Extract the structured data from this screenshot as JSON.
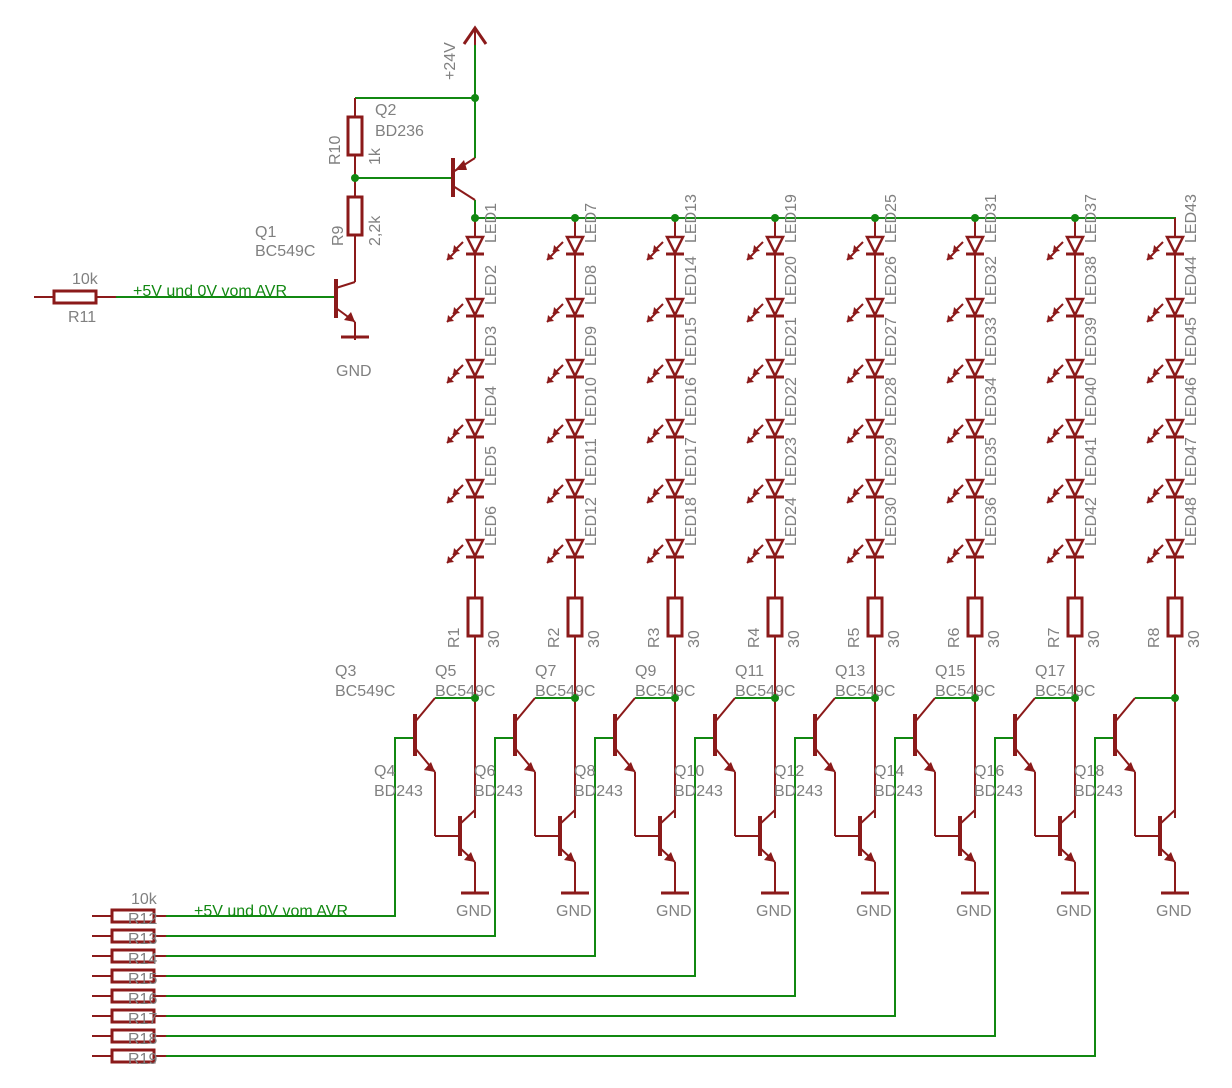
{
  "supply": {
    "label": "+24V"
  },
  "signal_label": "+5V und 0V vom AVR",
  "ground_label": "GND",
  "driver": {
    "q1": {
      "name": "Q1",
      "value": "BC549C"
    },
    "q2": {
      "name": "Q2",
      "value": "BD236"
    },
    "r9": {
      "name": "R9",
      "value": "2,2k"
    },
    "r10": {
      "name": "R10",
      "value": "1k"
    },
    "r11": {
      "name": "R11",
      "value": "10k"
    }
  },
  "columns": [
    {
      "leds": [
        "LED1",
        "LED2",
        "LED3",
        "LED4",
        "LED5",
        "LED6"
      ],
      "resistor": "R1",
      "resistor_value": "30",
      "q_small": "Q3",
      "q_small_value": "BC549C",
      "q_power": "Q4",
      "q_power_value": "BD243"
    },
    {
      "leds": [
        "LED7",
        "LED8",
        "LED9",
        "LED10",
        "LED11",
        "LED12"
      ],
      "resistor": "R2",
      "resistor_value": "30",
      "q_small": "Q5",
      "q_small_value": "BC549C",
      "q_power": "Q6",
      "q_power_value": "BD243"
    },
    {
      "leds": [
        "LED13",
        "LED14",
        "LED15",
        "LED16",
        "LED17",
        "LED18"
      ],
      "resistor": "R3",
      "resistor_value": "30",
      "q_small": "Q7",
      "q_small_value": "BC549C",
      "q_power": "Q8",
      "q_power_value": "BD243"
    },
    {
      "leds": [
        "LED19",
        "LED20",
        "LED21",
        "LED22",
        "LED23",
        "LED24"
      ],
      "resistor": "R4",
      "resistor_value": "30",
      "q_small": "Q9",
      "q_small_value": "BC549C",
      "q_power": "Q10",
      "q_power_value": "BD243"
    },
    {
      "leds": [
        "LED25",
        "LED26",
        "LED27",
        "LED28",
        "LED29",
        "LED30"
      ],
      "resistor": "R5",
      "resistor_value": "30",
      "q_small": "Q11",
      "q_small_value": "BC549C",
      "q_power": "Q12",
      "q_power_value": "BD243"
    },
    {
      "leds": [
        "LED31",
        "LED32",
        "LED33",
        "LED34",
        "LED35",
        "LED36"
      ],
      "resistor": "R6",
      "resistor_value": "30",
      "q_small": "Q13",
      "q_small_value": "BC549C",
      "q_power": "Q14",
      "q_power_value": "BD243"
    },
    {
      "leds": [
        "LED37",
        "LED38",
        "LED39",
        "LED40",
        "LED41",
        "LED42"
      ],
      "resistor": "R7",
      "resistor_value": "30",
      "q_small": "Q15",
      "q_small_value": "BC549C",
      "q_power": "Q16",
      "q_power_value": "BD243"
    },
    {
      "leds": [
        "LED43",
        "LED44",
        "LED45",
        "LED46",
        "LED47",
        "LED48"
      ],
      "resistor": "R8",
      "resistor_value": "30",
      "q_small": "Q17",
      "q_small_value": "BC549C",
      "q_power": "Q18",
      "q_power_value": "BD243"
    }
  ],
  "base_resistors": {
    "value": "10k",
    "names": [
      "R12",
      "R13",
      "R14",
      "R15",
      "R16",
      "R17",
      "R18",
      "R19"
    ]
  },
  "colors": {
    "component": "#8b1a1a",
    "wire": "#118811",
    "text": "#808080"
  }
}
